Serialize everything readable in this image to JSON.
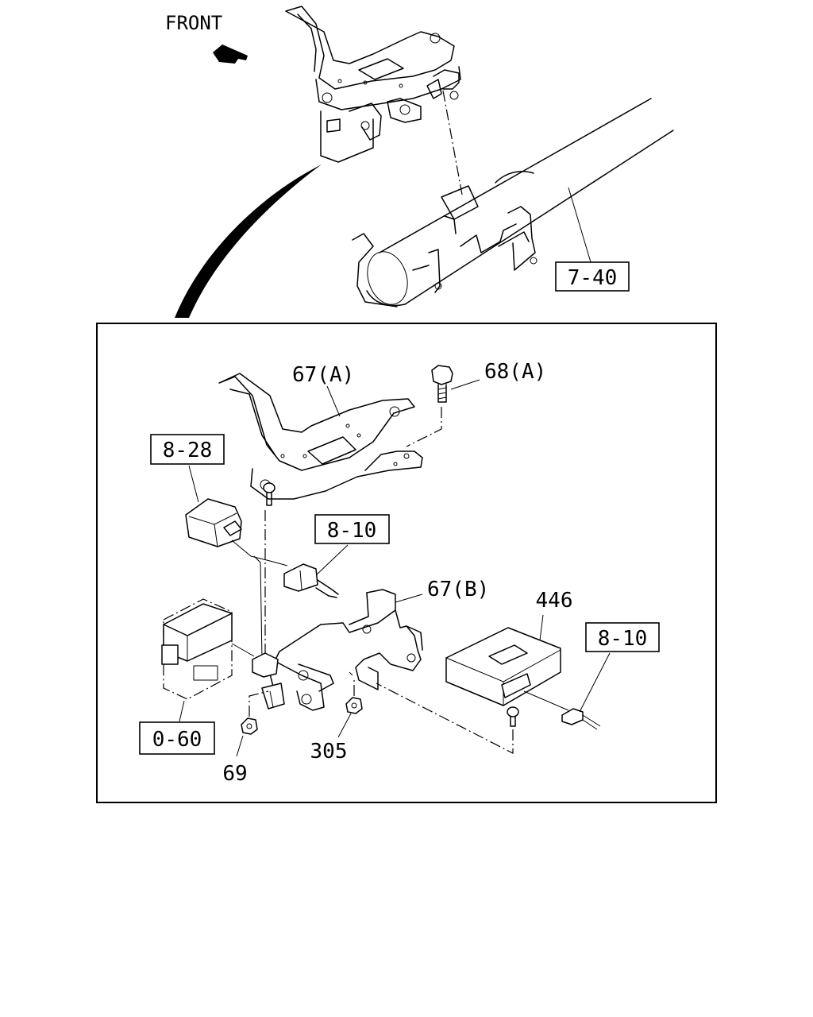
{
  "orientation": {
    "front_label": "FRONT"
  },
  "callouts": {
    "ref_7_40": "7-40",
    "part_67a": "67(A)",
    "part_68a": "68(A)",
    "ref_8_28": "8-28",
    "ref_8_10_a": "8-10",
    "part_67b": "67(B)",
    "part_446": "446",
    "ref_8_10_b": "8-10",
    "ref_0_60": "0-60",
    "part_305": "305",
    "part_69": "69"
  }
}
